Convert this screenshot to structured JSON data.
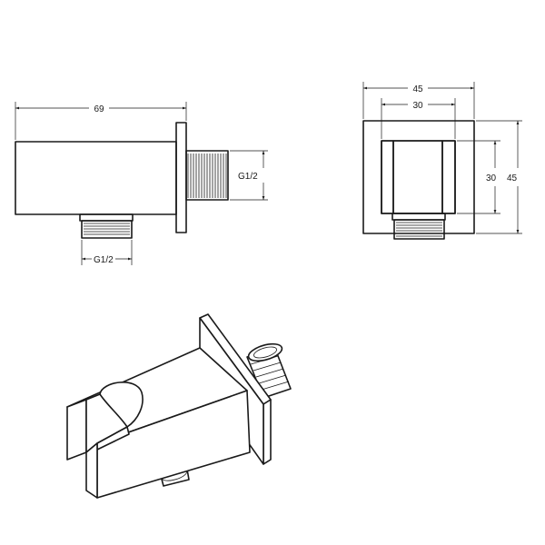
{
  "side_view": {
    "width_dim": "69",
    "outlet_thread": "G1/2",
    "bottom_thread": "G1/2"
  },
  "front_view": {
    "outer_width": "45",
    "inner_width": "30",
    "inner_height": "30",
    "outer_height": "45"
  }
}
